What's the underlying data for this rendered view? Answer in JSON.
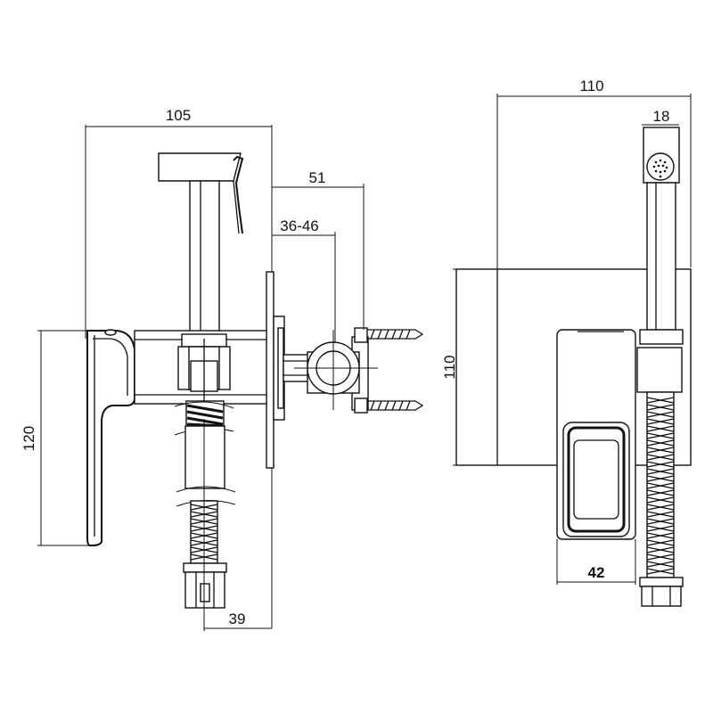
{
  "dimensions": {
    "side_width": "105",
    "side_height": "120",
    "hose_offset": "39",
    "wall_depth": "51",
    "wall_range": "36-46",
    "front_width": "110",
    "front_height": "110",
    "head_width": "18",
    "body_width": "42"
  }
}
